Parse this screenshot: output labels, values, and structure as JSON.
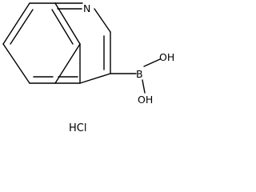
{
  "molecule": {
    "atoms": {
      "n1": "N",
      "b": "B",
      "oh_upper": "OH",
      "oh_lower": "OH"
    },
    "salt": "HCl"
  },
  "colors": {
    "ink": "#000000",
    "background": "#ffffff"
  }
}
